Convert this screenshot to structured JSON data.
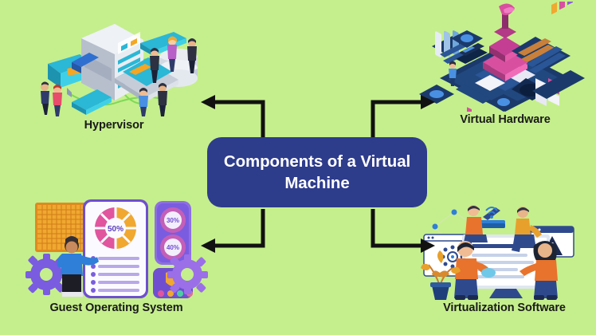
{
  "diagram": {
    "title": "Components of a Virtual Machine",
    "background_color": "#c5ef8c",
    "center_node": {
      "label": "Components of a Virtual Machine",
      "fill_color": "#2e3c8c",
      "text_color": "#ffffff"
    },
    "label_color": "#1a1a1a",
    "nodes": [
      {
        "id": "hypervisor",
        "label": "Hypervisor",
        "position": "top-left",
        "illustration": "isometric-server-rack-with-monitor-laptop-phone-database-and-people",
        "arrow": {
          "direction": "left",
          "style": "elbow-up-then-left"
        }
      },
      {
        "id": "virtual-hardware",
        "label": "Virtual Hardware",
        "position": "top-right",
        "illustration": "isometric-dark-blue-tech-platform-with-magenta-server-tower",
        "arrow": {
          "direction": "right",
          "style": "elbow-up-then-right"
        }
      },
      {
        "id": "guest-operating-system",
        "label": "Guest Operating System",
        "position": "bottom-left",
        "illustration": "3d-dashboard-with-donut-chart-person-gears-and-percentage-badges",
        "arrow": {
          "direction": "left",
          "style": "elbow-down-then-left"
        }
      },
      {
        "id": "virtualization-software",
        "label": "Virtualization Software",
        "position": "bottom-right",
        "illustration": "flat-people-around-monitor-with-router-wifi-plant-and-alert",
        "arrow": {
          "direction": "right",
          "style": "elbow-down-then-right"
        }
      }
    ],
    "illustration_values": {
      "donut_center": "50%",
      "badge_upper": "30%",
      "badge_lower": "40%"
    },
    "arrow_color": "#111111"
  }
}
